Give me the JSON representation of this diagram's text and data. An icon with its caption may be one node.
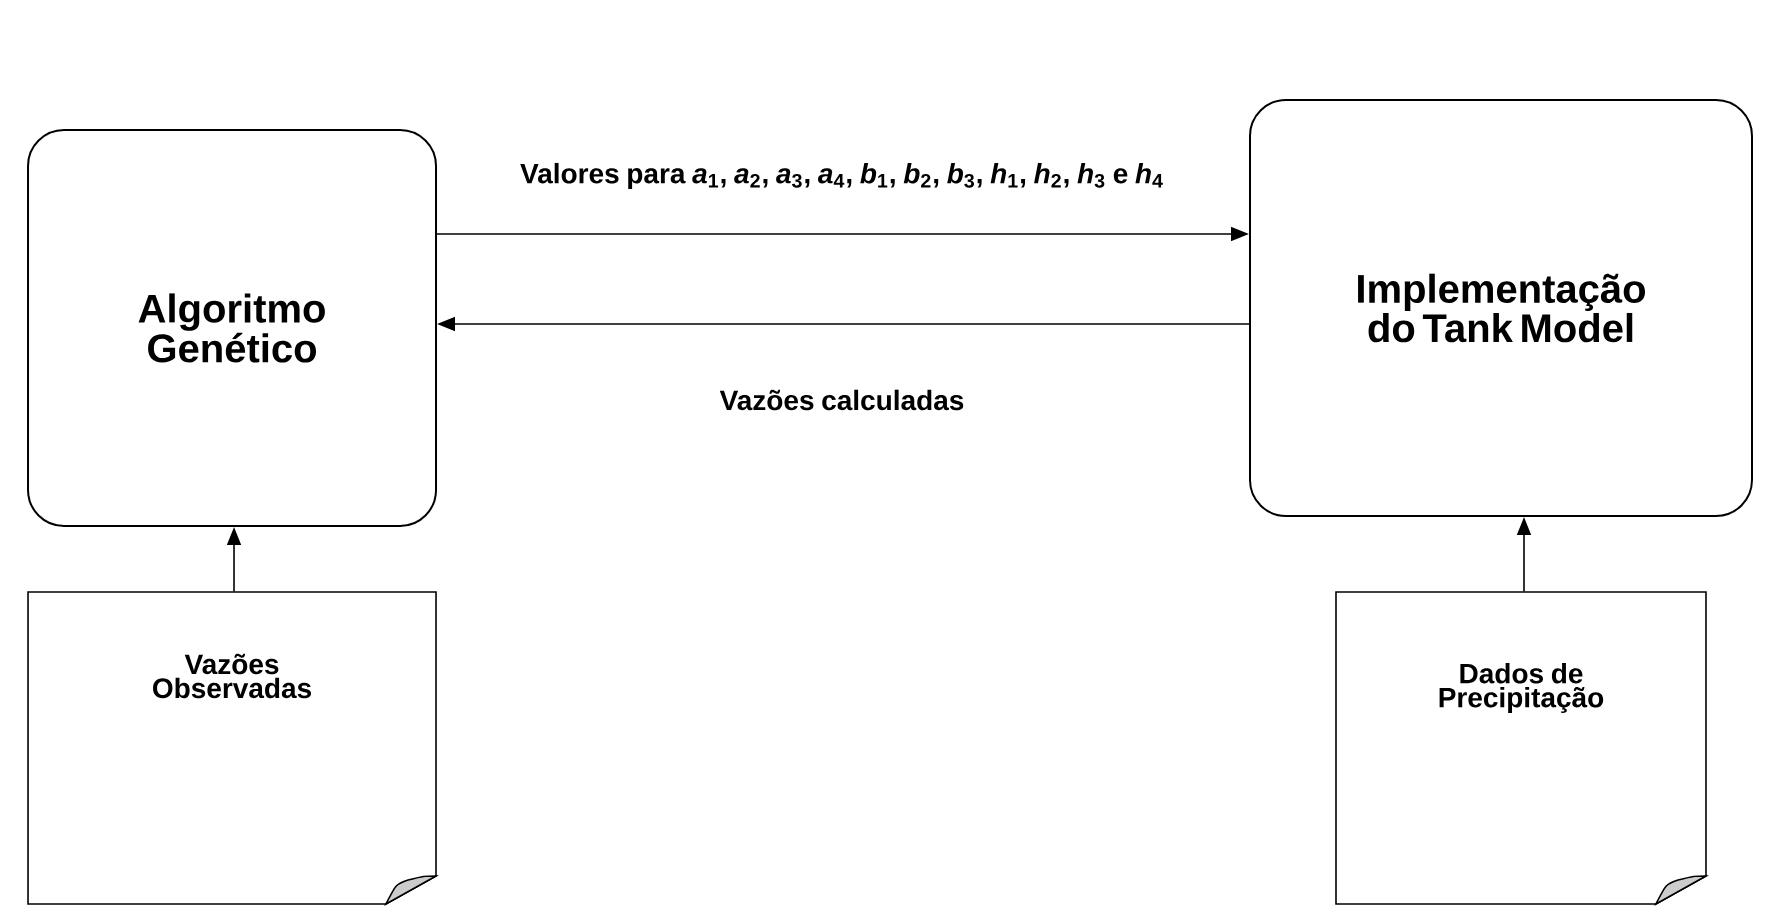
{
  "diagram": {
    "nodes": [
      {
        "text": [
          "Algoritmo Genético"
        ]
      },
      {
        "text": [
          "Implementação do Tank Model"
        ]
      },
      {
        "text": [
          "Vazões Observadas"
        ]
      },
      {
        "text": [
          "Dados de Precipitação"
        ]
      }
    ],
    "edges": [
      {
        "from": 0,
        "to": 1,
        "arrow": "to",
        "label": "Valores para *a*$_{1}$, *a*$_{2}$, *a*$_{3}$, *a*$_{4}$, *b*$_{1}$, *b*$_{2}$, *b*$_{3}$, *h*$_{1}$, *h*$_{2}$, *h*$_{3}$ e *h*$_{4}$"
      },
      {
        "from": 1,
        "to": 0,
        "arrow": "to",
        "label": "Vazões calculadas"
      },
      {
        "from": 2,
        "to": 0,
        "arrow": "to"
      },
      {
        "from": 3,
        "to": 1,
        "arrow": "to"
      }
    ]
  }
}
